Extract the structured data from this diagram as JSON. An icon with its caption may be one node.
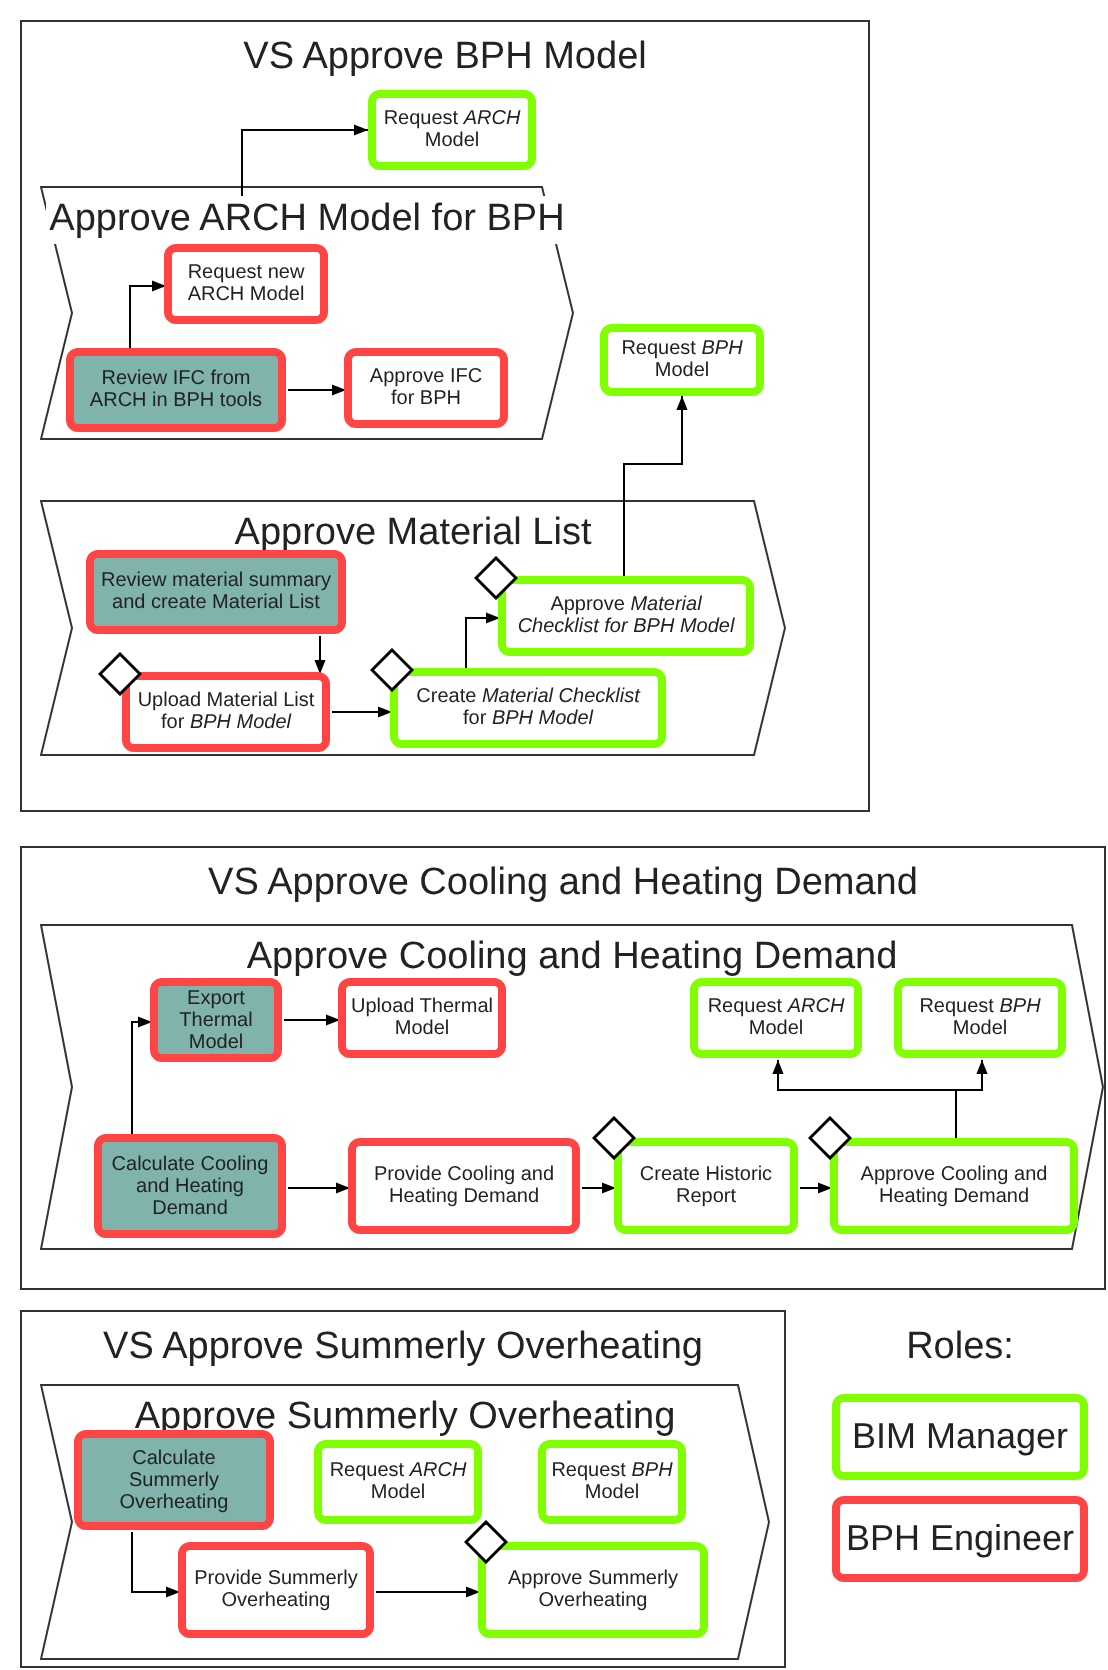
{
  "diagram": {
    "nodes": [
      {
        "text": [
          "VS Approve BPH Model"
        ]
      },
      {
        "text": [
          "Approve ARCH Model for BPH"
        ],
        "in": 0
      },
      {
        "text": [
          "Request *ARCH* Model"
        ],
        "in": 0
      },
      {
        "text": [
          "Request new ARCH Model"
        ],
        "in": 1
      },
      {
        "text": [
          "Review IFC from ARCH in BPH tools"
        ],
        "in": 1
      },
      {
        "text": [
          "Approve IFC for BPH"
        ],
        "in": 1
      },
      {
        "text": [
          "Request *BPH* Model"
        ],
        "in": 0
      },
      {
        "text": [
          "Approve Material List"
        ],
        "in": 0
      },
      {
        "text": [
          "Review material summary and create Material List"
        ],
        "in": 7
      },
      {
        "text": [],
        "shape": "diamond",
        "in": 7
      },
      {
        "text": [
          "Approve *Material Checklist for BPH Model*"
        ],
        "in": 7
      },
      {
        "text": [],
        "shape": "diamond",
        "in": 7
      },
      {
        "text": [
          "Upload Material List for *BPH Model*"
        ],
        "in": 7
      },
      {
        "text": [],
        "shape": "diamond",
        "in": 7
      },
      {
        "text": [
          "Create *Material Checklist* for *BPH Model*"
        ],
        "in": 7
      },
      {
        "text": [
          "VS Approve Cooling and Heating Demand"
        ]
      },
      {
        "text": [
          "Approve Cooling and Heating Demand"
        ],
        "in": 15
      },
      {
        "text": [
          "Export Thermal Model"
        ],
        "in": 16
      },
      {
        "text": [
          "Upload Thermal Model"
        ],
        "in": 16
      },
      {
        "text": [
          "Request *ARCH* Model"
        ],
        "in": 16
      },
      {
        "text": [
          "Request *BPH* Model"
        ],
        "in": 16
      },
      {
        "text": [
          "Calculate Cooling and Heating Demand"
        ],
        "in": 16
      },
      {
        "text": [
          "Provide Cooling and Heating Demand"
        ],
        "in": 16
      },
      {
        "text": [],
        "shape": "diamond",
        "in": 16
      },
      {
        "text": [
          "Create Historic Report"
        ],
        "in": 16
      },
      {
        "text": [],
        "shape": "diamond",
        "in": 16
      },
      {
        "text": [
          "Approve Cooling and Heating Demand"
        ],
        "in": 16
      },
      {
        "text": [
          "VS Approve Summerly Overheating"
        ]
      },
      {
        "text": [
          "Approve Summerly Overheating"
        ],
        "in": 27
      },
      {
        "text": [
          "Calculate Summerly Overheating"
        ],
        "in": 28
      },
      {
        "text": [
          "Request *ARCH* Model"
        ],
        "in": 28
      },
      {
        "text": [
          "Request *BPH* Model"
        ],
        "in": 28
      },
      {
        "text": [
          "Provide Summerly Overheating"
        ],
        "in": 28
      },
      {
        "text": [],
        "shape": "diamond",
        "in": 28
      },
      {
        "text": [
          "Approve Summerly Overheating"
        ],
        "in": 28
      }
    ],
    "edges": [
      {
        "from": 4,
        "to": 3,
        "arrow": "to"
      },
      {
        "from": 3,
        "to": 2,
        "arrow": "to"
      },
      {
        "from": 4,
        "to": 5,
        "arrow": "to"
      },
      {
        "from": 8,
        "to": 12,
        "arrow": "to"
      },
      {
        "from": 12,
        "to": 14,
        "arrow": "to"
      },
      {
        "from": 14,
        "to": 10,
        "arrow": "to"
      },
      {
        "from": 10,
        "to": 6,
        "arrow": "to"
      },
      {
        "from": 21,
        "to": 17,
        "arrow": "to"
      },
      {
        "from": 17,
        "to": 18,
        "arrow": "to"
      },
      {
        "from": 21,
        "to": 22,
        "arrow": "to"
      },
      {
        "from": 22,
        "to": 24,
        "arrow": "to"
      },
      {
        "from": 24,
        "to": 26,
        "arrow": "to"
      },
      {
        "from": 26,
        "to": 19,
        "arrow": "to"
      },
      {
        "from": 26,
        "to": 20,
        "arrow": "to"
      },
      {
        "from": 29,
        "to": 32,
        "arrow": "to"
      },
      {
        "from": 32,
        "to": 34,
        "arrow": "to"
      }
    ],
    "labels": [
      "Roles:"
    ],
    "legend": [
      {
        "text": "BIM Manager",
        "color": "#7fff00"
      },
      {
        "text": "BPH Engineer",
        "color": "#ff4444"
      }
    ]
  }
}
